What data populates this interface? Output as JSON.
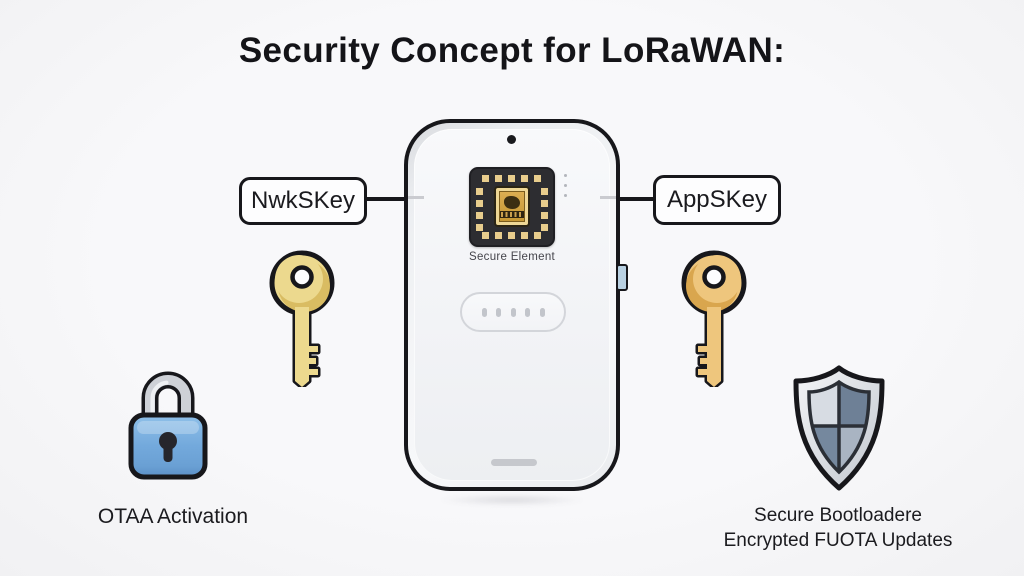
{
  "title": "Security Concept for LoRaWAN:",
  "key_labels": {
    "network": "NwkSKey",
    "application": "AppSKey"
  },
  "device": {
    "chip_label": "Secure Element"
  },
  "captions": {
    "lock": "OTAA Activation",
    "shield_line1": "Secure Bootloadere",
    "shield_line2": "Encrypted FUOTA Updates"
  },
  "icons": {
    "left_bottom": "padlock-icon",
    "left_of_device": "key-icon",
    "right_of_device": "key-icon",
    "right_bottom": "shield-icon",
    "device_center": "secure-element-chip-icon"
  },
  "colors": {
    "background": "#f6f6f8",
    "outline": "#17171b",
    "key_gold_left": "#ecd98e",
    "key_gold_right": "#eec67d",
    "lock_blue": "#73a9dc",
    "shield_blue_gray": "#6e8096",
    "chip_body": "#2d2d31",
    "chip_pad_gold": "#e8cd8d",
    "side_button_blue": "#b9d1e2"
  }
}
